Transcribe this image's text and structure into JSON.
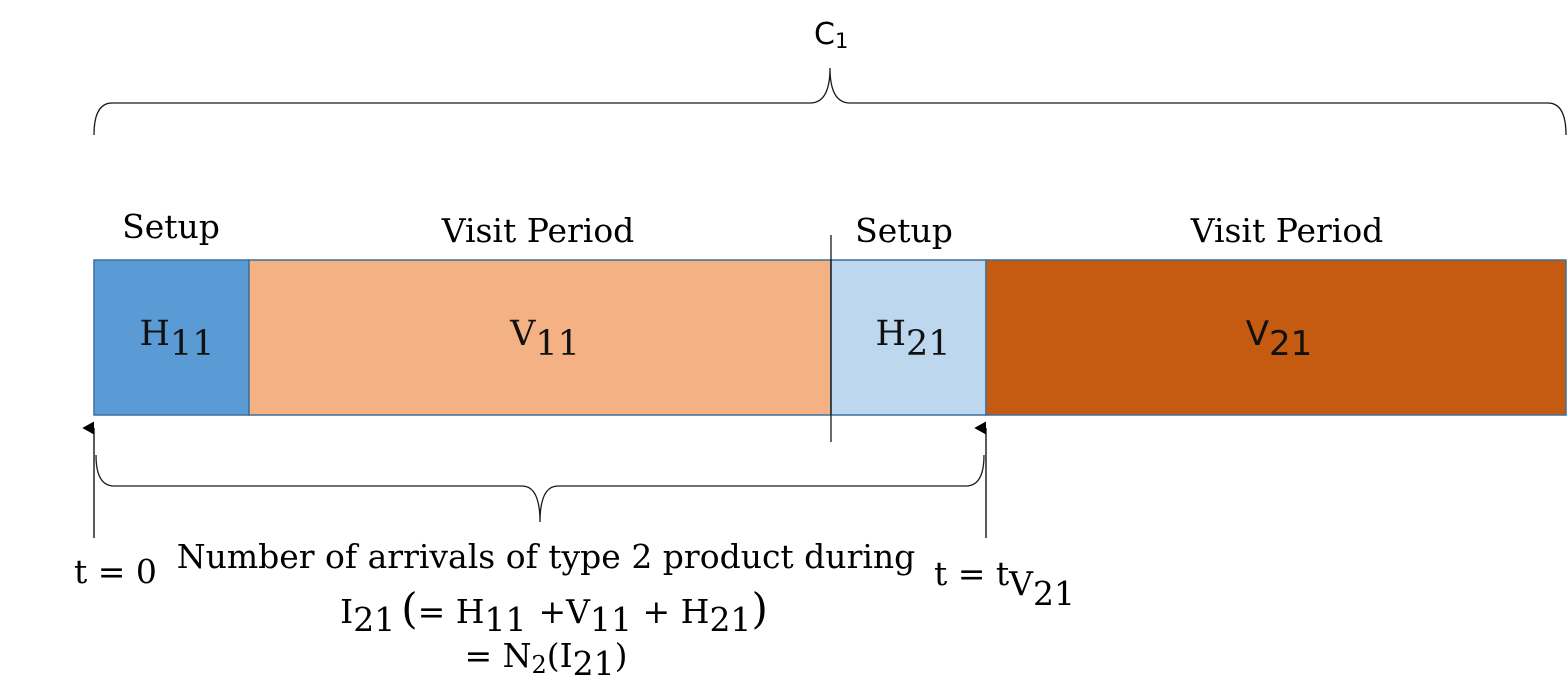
{
  "top_brace": {
    "label_base": "C",
    "label_sub": "1"
  },
  "segments": [
    {
      "id": "h11",
      "header": "Setup",
      "base": "H",
      "sub": "11",
      "color": "#5b9bd5",
      "font": "serif"
    },
    {
      "id": "v11",
      "header": "Visit Period",
      "base": "V",
      "sub": "11",
      "color": "#f4b183",
      "font": "serif"
    },
    {
      "id": "h21",
      "header": "Setup",
      "base": "H",
      "sub": "21",
      "color": "#bdd7ee",
      "font": "serif"
    },
    {
      "id": "v21",
      "header": "Visit Period",
      "base": "V",
      "sub": "21",
      "color": "#c55a11",
      "font": "sans"
    }
  ],
  "markers": {
    "start": "t = 0",
    "end_prefix": "t = t",
    "end_sub_base": "V",
    "end_sub_sub": "21"
  },
  "caption": {
    "line1": "Number of arrivals of type 2 product during",
    "l2_I": "I",
    "l2_I_sub": "21",
    "l2_open": "(",
    "l2_eq": "= ",
    "l2_H1": "H",
    "l2_H1_sub": "11",
    "l2_plus1": "+",
    "l2_V1": "V",
    "l2_V1_sub": "11",
    "l2_plus2": " + ",
    "l2_H2": "H",
    "l2_H2_sub": "21",
    "l2_close": ")",
    "l3_eq": "= ",
    "l3_N": "N",
    "l3_N_sub": "2",
    "l3_open": "(",
    "l3_I": "I",
    "l3_I_sub": "21",
    "l3_close": ")"
  }
}
